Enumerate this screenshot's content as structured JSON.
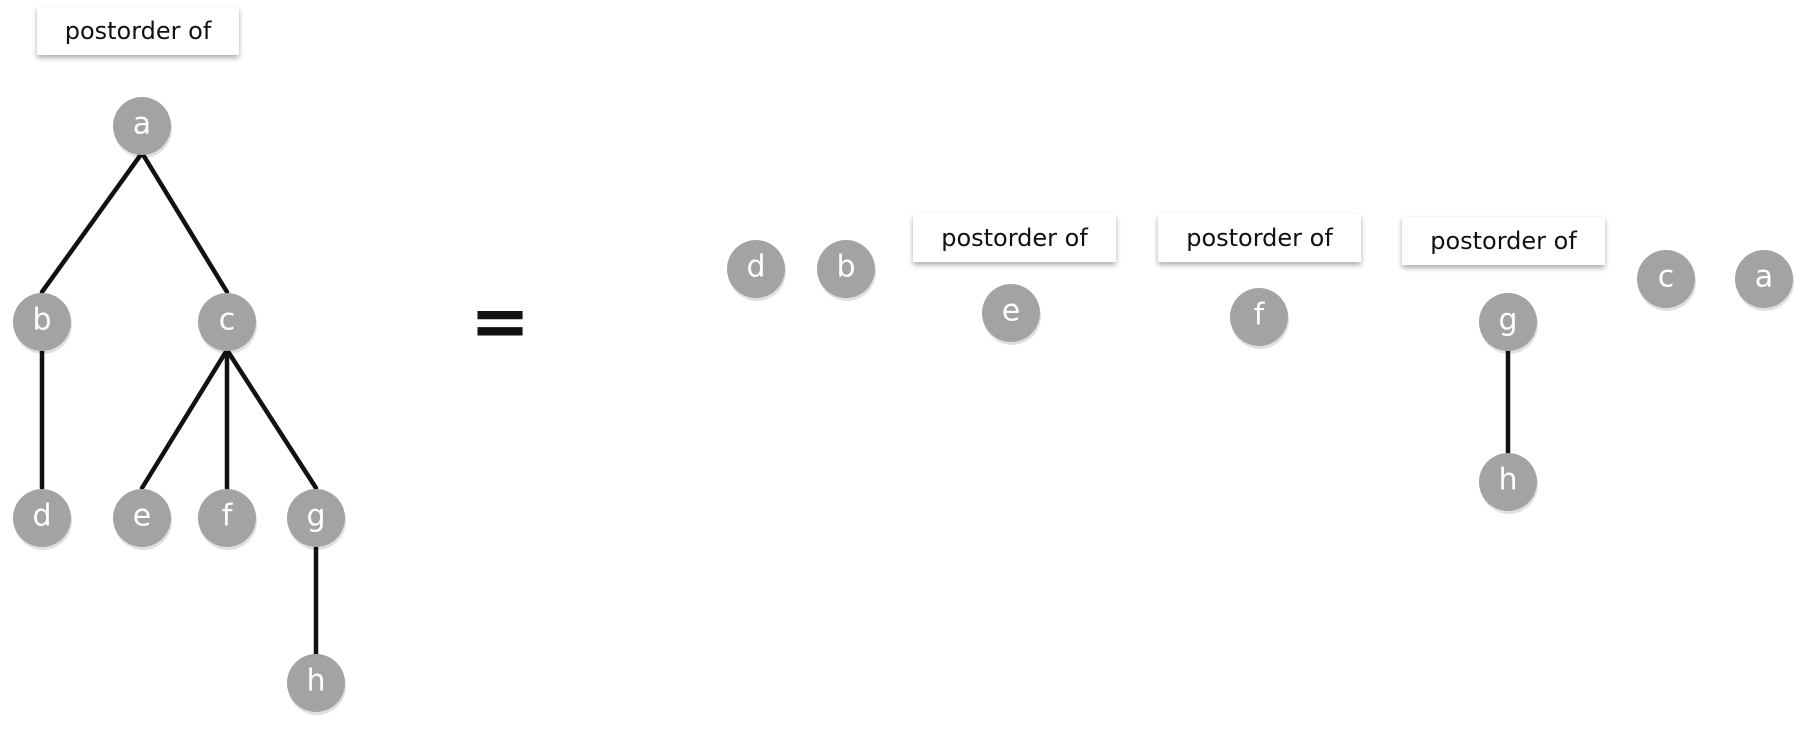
{
  "labels": {
    "main": "postorder of",
    "sub_e": "postorder of",
    "sub_f": "postorder of",
    "sub_g": "postorder of"
  },
  "equals_sign": "=",
  "tree": {
    "nodes": {
      "a": "a",
      "b": "b",
      "c": "c",
      "d": "d",
      "e": "e",
      "f": "f",
      "g": "g",
      "h": "h"
    }
  },
  "result": {
    "d": "d",
    "b": "b",
    "e": "e",
    "f": "f",
    "g": "g",
    "h": "h",
    "c": "c",
    "a": "a"
  },
  "colors": {
    "node_fill": "#a3a3a3",
    "edge": "#111111",
    "node_text": "#ffffff"
  }
}
